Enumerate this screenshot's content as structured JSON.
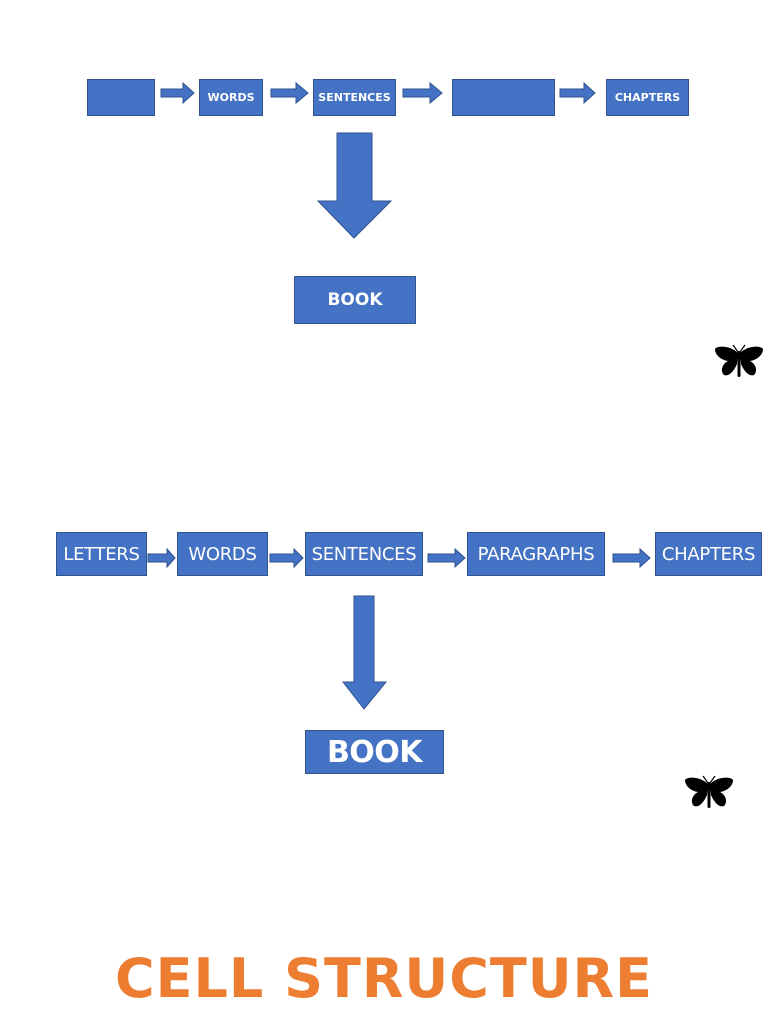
{
  "top_diagram": {
    "boxes": [
      "",
      "WORDS",
      "SENTENCES",
      "",
      "CHAPTERS"
    ],
    "result": "BOOK"
  },
  "bottom_diagram": {
    "boxes": [
      "LETTERS",
      "WORDS",
      "SENTENCES",
      "PARAGRAPHS",
      "CHAPTERS"
    ],
    "result": "BOOK"
  },
  "icons": [
    "butterfly-icon",
    "butterfly-icon"
  ],
  "title": {
    "text": "CELL STRUCTURE",
    "color": "#ed7d31"
  },
  "colors": {
    "box_fill": "#4472c4",
    "box_border": "#2f528f"
  }
}
